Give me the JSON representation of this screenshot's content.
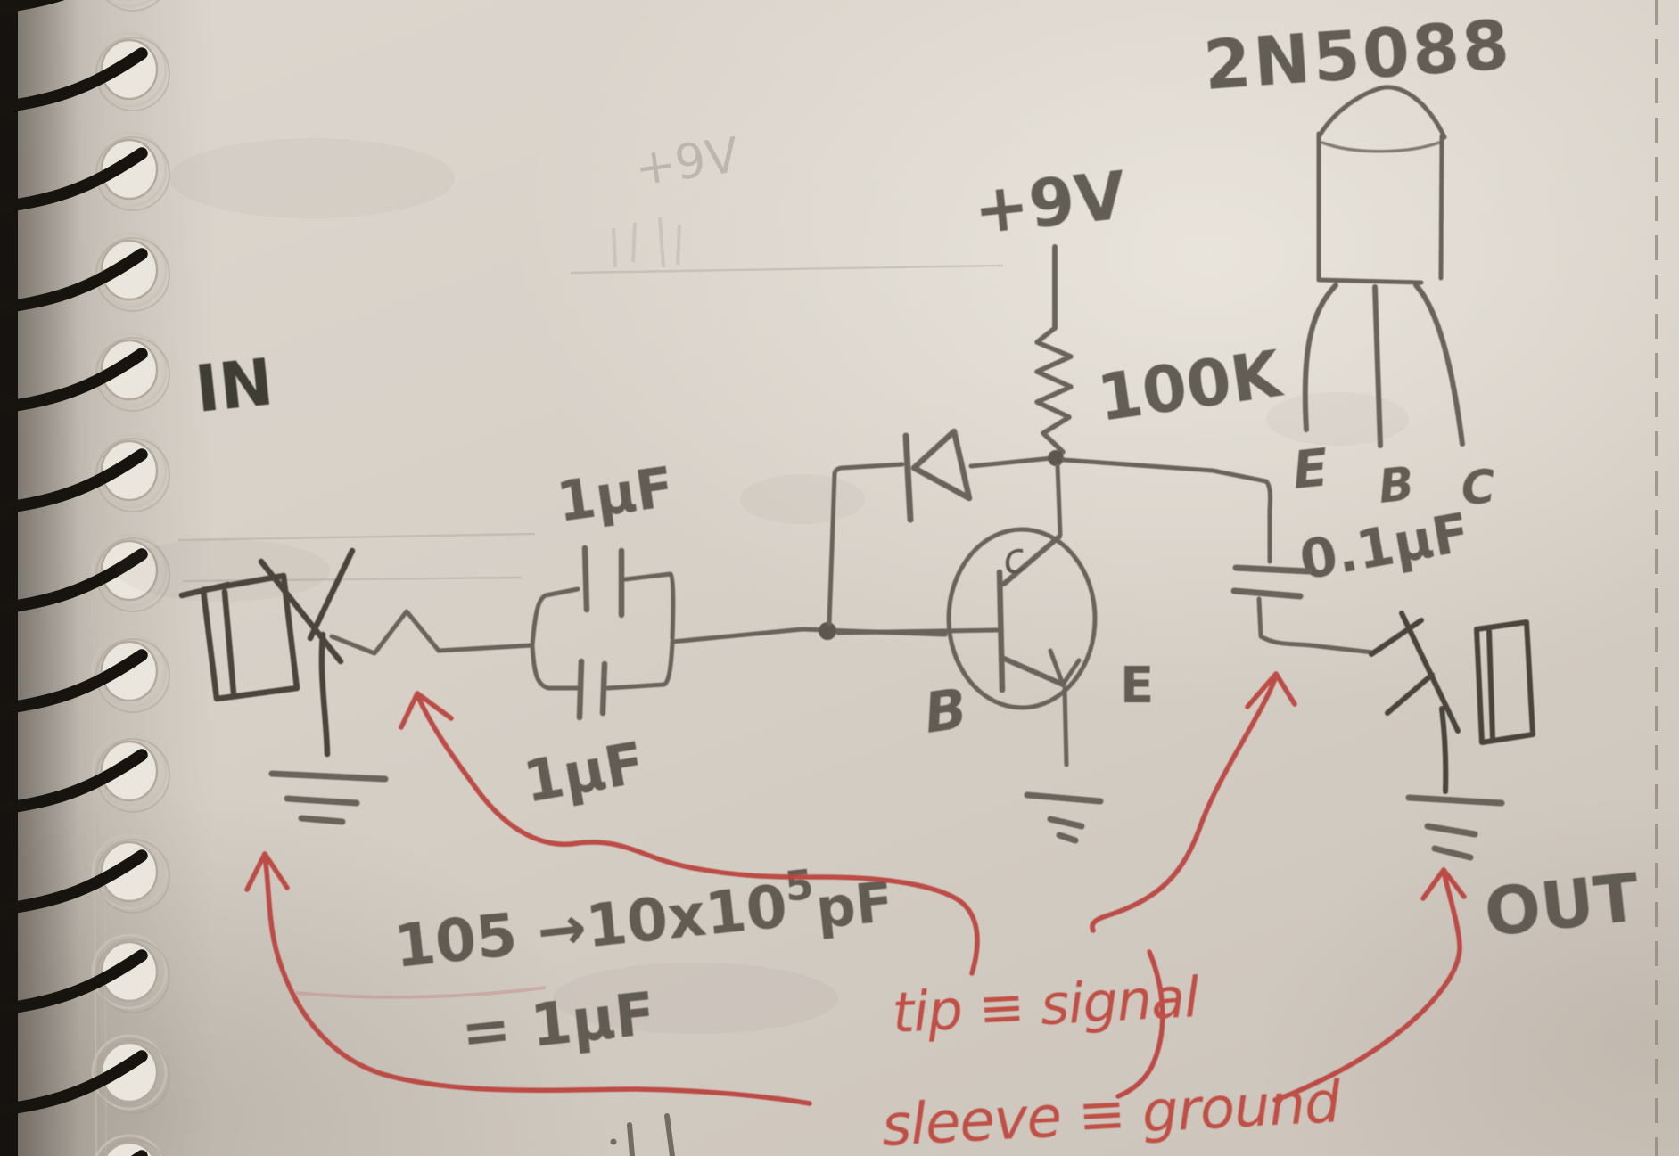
{
  "page": {
    "transistor_part": "2N5088",
    "supply": "+9V",
    "supply_ghost": "+9V",
    "resistor": "100K",
    "input": "IN",
    "output": "OUT",
    "caps": {
      "top": "1µF",
      "bottom": "1µF",
      "output": "0.1µF"
    },
    "transistor": {
      "base": "B",
      "emitter": "E",
      "collector": "c"
    },
    "pins": {
      "emitter": "E",
      "base": "B",
      "collector": "C"
    },
    "note": {
      "prefix": "105 →10x10",
      "exp": "5",
      "unit": "pF",
      "result": "= 1µF"
    },
    "red_notes": {
      "tip": "tip ≡ signal",
      "sleeve": "sleeve ≡ ground"
    },
    "colors": {
      "paper": "#d6d0c7",
      "pencil": "#6a635b",
      "pencil_dark": "#413c36",
      "red_ink": "#bb4540",
      "spiral_wire": "#17140f"
    }
  }
}
